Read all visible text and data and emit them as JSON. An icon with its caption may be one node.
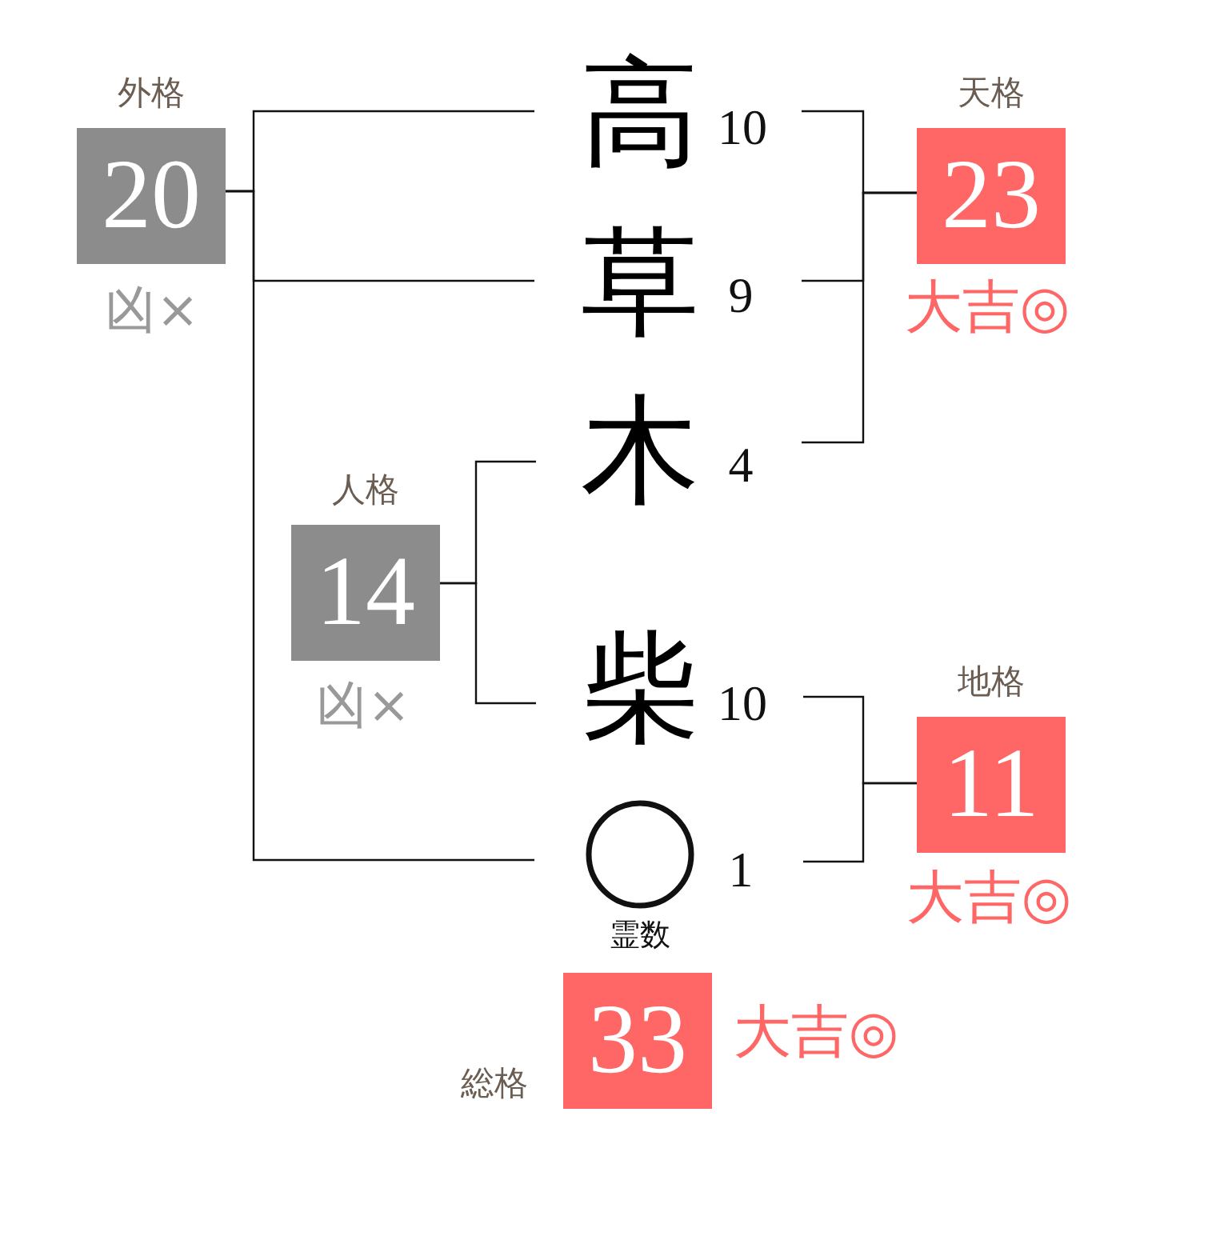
{
  "diagram": {
    "nodes": [
      {
        "text": [
          "高"
        ],
        "beside": [
          "10"
        ]
      },
      {
        "text": [
          "草"
        ],
        "beside": [
          "9"
        ]
      },
      {
        "text": [
          "木"
        ],
        "beside": [
          "4"
        ]
      },
      {
        "text": [
          "柴"
        ],
        "beside": [
          "10"
        ]
      },
      {
        "text": [],
        "shape": "circle",
        "beside": [
          "1",
          "霊数"
        ]
      },
      {
        "text": [
          "外格",
          "20"
        ],
        "beside": [
          "凶×"
        ]
      },
      {
        "text": [
          "天格",
          "23"
        ],
        "beside": [
          "大吉◎"
        ]
      },
      {
        "text": [
          "人格",
          "14"
        ],
        "beside": [
          "凶×"
        ]
      },
      {
        "text": [
          "地格",
          "11"
        ],
        "beside": [
          "大吉◎"
        ]
      },
      {
        "text": [
          "総格",
          "33"
        ],
        "beside": [
          "大吉◎"
        ]
      }
    ],
    "edges": [
      {
        "from": 0,
        "to": 5,
        "arrow": "none"
      },
      {
        "from": 1,
        "to": 5,
        "arrow": "none"
      },
      {
        "from": 4,
        "to": 5,
        "arrow": "none"
      },
      {
        "from": 0,
        "to": 6,
        "arrow": "none"
      },
      {
        "from": 1,
        "to": 6,
        "arrow": "none"
      },
      {
        "from": 2,
        "to": 6,
        "arrow": "none"
      },
      {
        "from": 2,
        "to": 7,
        "arrow": "none"
      },
      {
        "from": 3,
        "to": 7,
        "arrow": "none"
      },
      {
        "from": 3,
        "to": 8,
        "arrow": "none"
      },
      {
        "from": 4,
        "to": 8,
        "arrow": "none"
      }
    ]
  }
}
